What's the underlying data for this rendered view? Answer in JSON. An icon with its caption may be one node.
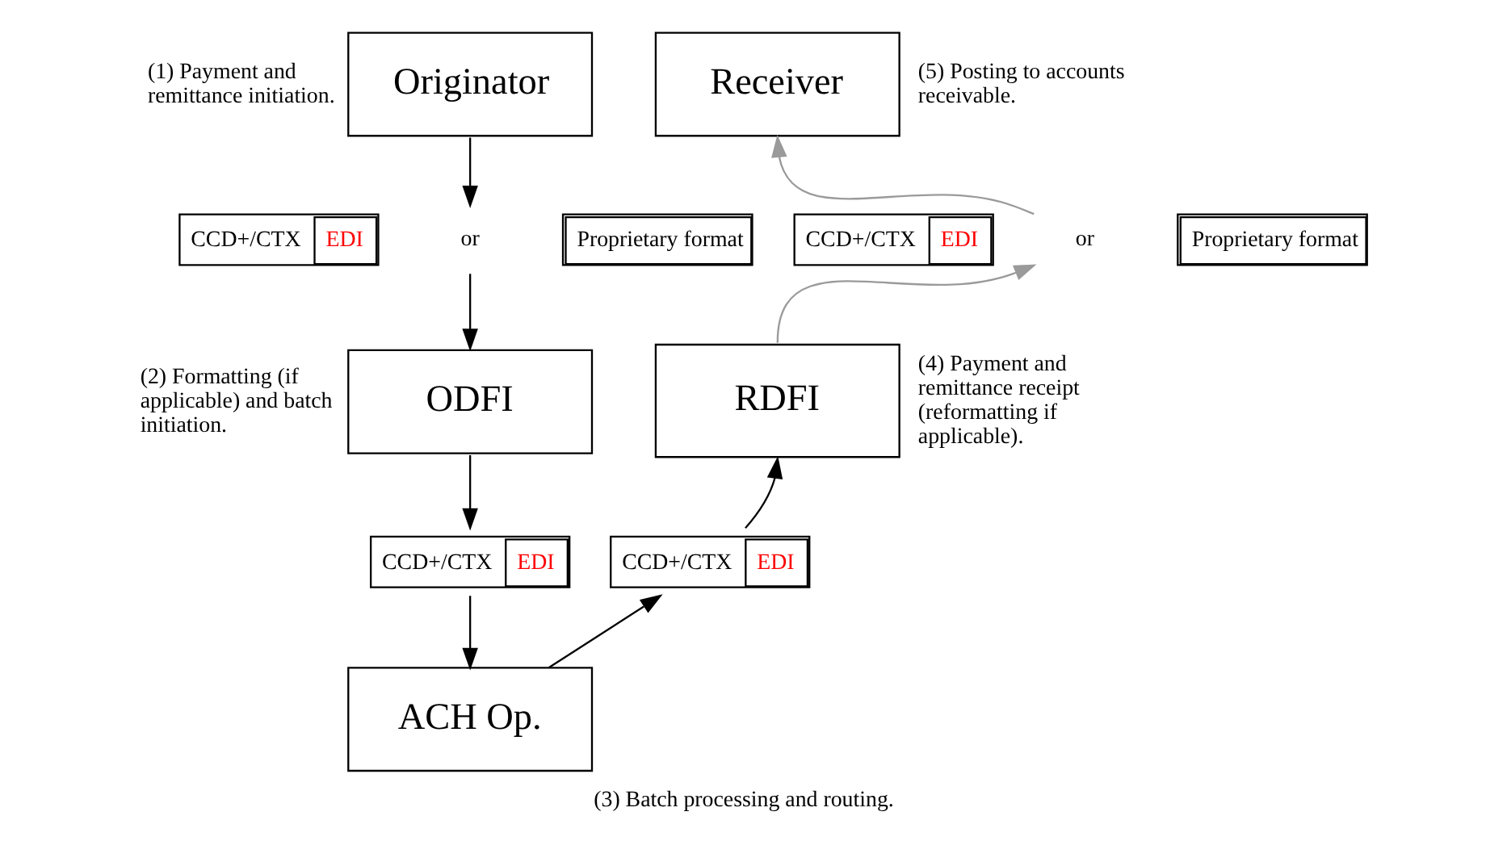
{
  "diagram": {
    "caption": "(3) Batch processing and routing.",
    "nodes": [
      {
        "text": [
          "Originator"
        ],
        "beside": [
          "(1) Payment and remittance initiation."
        ]
      },
      {
        "text": [
          "CCD+/CTX",
          "EDI"
        ]
      },
      {
        "text": [
          "or"
        ]
      },
      {
        "text": [
          "Proprietary format"
        ]
      },
      {
        "text": [
          "ODFI"
        ],
        "beside": [
          "(2) Formatting (if applicable) and batch initiation."
        ]
      },
      {
        "text": [
          "CCD+/CTX",
          "EDI"
        ]
      },
      {
        "text": [
          "ACH Op."
        ]
      },
      {
        "text": [
          "CCD+/CTX",
          "EDI"
        ]
      },
      {
        "text": [
          "RDFI"
        ],
        "beside": [
          "(4) Payment and remittance receipt (reformatting if applicable)."
        ]
      },
      {
        "text": [
          "CCD+/CTX",
          "EDI"
        ]
      },
      {
        "text": [
          "or"
        ]
      },
      {
        "text": [
          "Proprietary format"
        ]
      },
      {
        "text": [
          "Receiver"
        ],
        "beside": [
          "(5) Posting to accounts receivable."
        ]
      }
    ],
    "edges": [
      {
        "from": 0,
        "to": 2,
        "arrow": "to"
      },
      {
        "from": 2,
        "to": 4,
        "arrow": "to"
      },
      {
        "from": 4,
        "to": 5,
        "arrow": "to"
      },
      {
        "from": 5,
        "to": 6,
        "arrow": "to"
      },
      {
        "from": 6,
        "to": 7,
        "arrow": "to"
      },
      {
        "from": 7,
        "to": 8,
        "arrow": "to"
      },
      {
        "from": 8,
        "to": 10,
        "arrow": "to",
        "color": "#9a9a9a"
      },
      {
        "from": 10,
        "to": 12,
        "arrow": "to",
        "color": "#9a9a9a"
      }
    ]
  }
}
